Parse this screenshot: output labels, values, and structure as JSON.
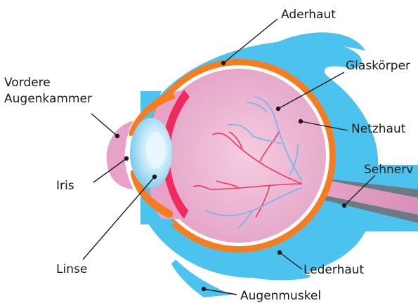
{
  "labels": {
    "aderhaut": "Aderhaut",
    "glaskoerper": "Glaskörper",
    "vordere_line1": "Vordere",
    "vordere_line2": "Augenkammer",
    "netzhaut": "Netzhaut",
    "sehnerv": "Sehnerv",
    "iris": "Iris",
    "linse": "Linse",
    "lederhaut": "Lederhaut",
    "augenmuskel": "Augenmuskel"
  },
  "colors": {
    "sclera": "#4cc3ee",
    "choroid": "#f57d21",
    "retina": "#ffffff",
    "vitreous": "#e8a8cc",
    "ciliary": "#ee2a5e",
    "lens": "#a6dcf5",
    "vessel_red": "#ee3a5a",
    "vessel_blue": "#6cb6ec"
  }
}
